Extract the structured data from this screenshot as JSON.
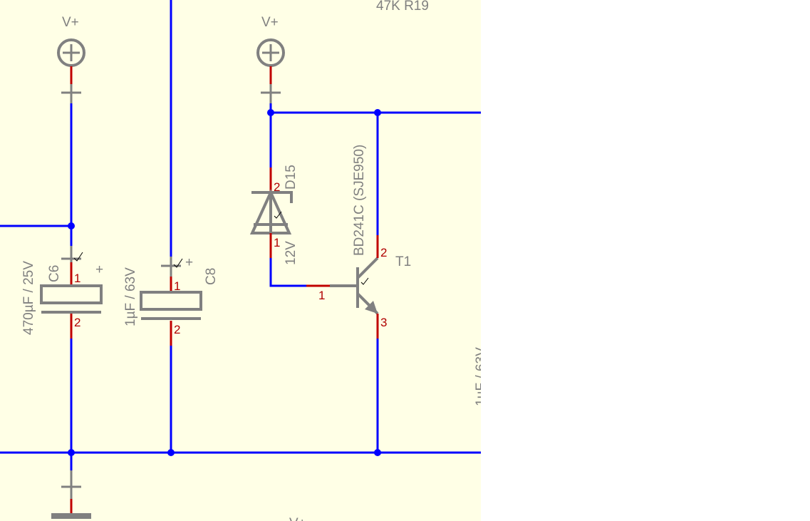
{
  "schematic": {
    "background_color": "#ffffe6",
    "wire_color": "#0000ff",
    "pin_color": "#c00000",
    "symbol_color": "#808080",
    "power_labels": [
      "V+",
      "V+",
      "V+"
    ],
    "top_partial_label": "47K  R19",
    "c6": {
      "name": "C6",
      "value": "470µF / 25V",
      "polarity": "+",
      "pin1": "1",
      "pin2": "2"
    },
    "c8": {
      "name": "C8",
      "value": "1µF / 63V",
      "polarity": "+",
      "pin1": "1",
      "pin2": "2"
    },
    "d15": {
      "name": "D15",
      "value": "12V",
      "pin1": "1",
      "pin2": "2"
    },
    "t1": {
      "name": "T1",
      "value": "BD241C (SJE950)",
      "pin1": "1",
      "pin2": "2",
      "pin3": "3"
    },
    "right_partial_label": "1µF / 63V"
  }
}
